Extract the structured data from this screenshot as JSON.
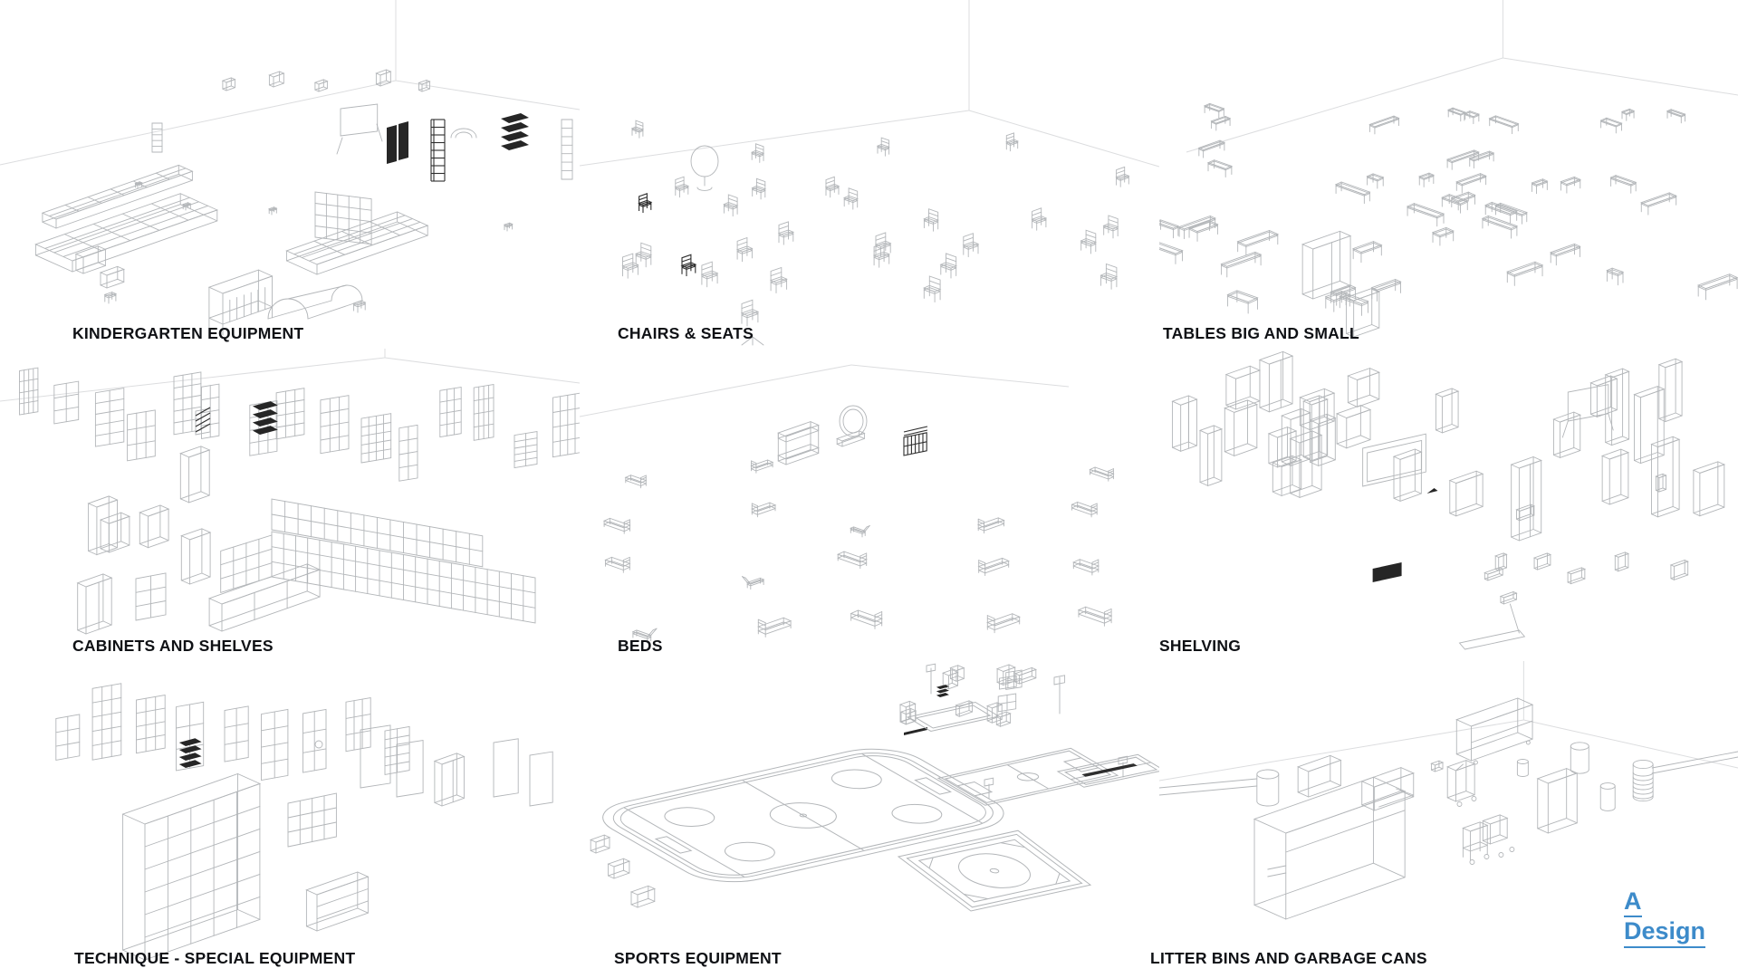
{
  "page": {
    "background_color": "#ffffff"
  },
  "categories": [
    {
      "id": "kindergarten-equipment",
      "label": "KINDERGARTEN EQUIPMENT"
    },
    {
      "id": "chairs-seats",
      "label": "CHAIRS & SEATS"
    },
    {
      "id": "tables-big-small",
      "label": "TABLES BIG AND SMALL"
    },
    {
      "id": "cabinets-shelves",
      "label": "CABINETS AND SHELVES"
    },
    {
      "id": "beds",
      "label": "BEDS"
    },
    {
      "id": "shelving",
      "label": "SHELVING"
    },
    {
      "id": "technique-special-equipment",
      "label": "TECHNIQUE - SPECIAL EQUIPMENT"
    },
    {
      "id": "sports-equipment",
      "label": "SPORTS EQUIPMENT"
    },
    {
      "id": "litter-bins-garbage-cans",
      "label": "LITTER BINS AND GARBAGE CANS"
    }
  ],
  "logo": {
    "line1": "A",
    "line2": "Design",
    "color": "#3d8bca"
  },
  "style_colors": {
    "label_text": "#0f1115",
    "wireframe_light": "#b3b6b9",
    "wireframe_dark": "#2e2e2e",
    "room_corner_line": "#dcdddf"
  }
}
